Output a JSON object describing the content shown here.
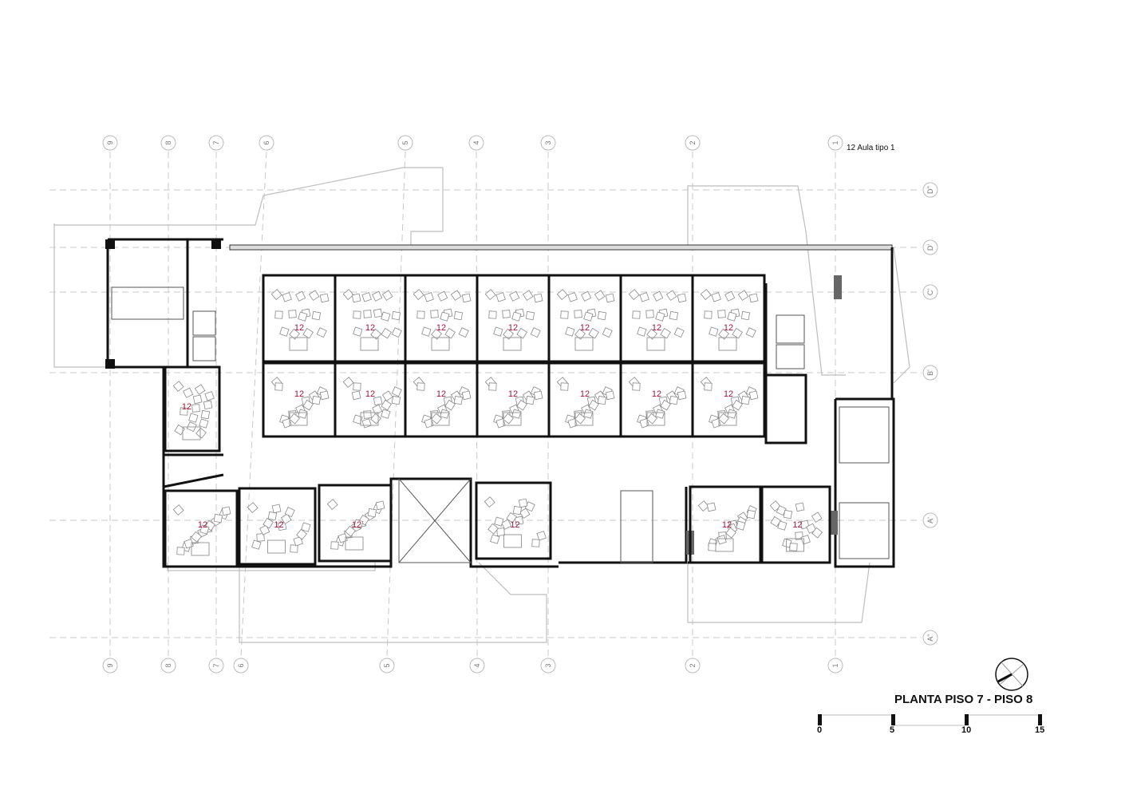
{
  "legend": "12 Aula tipo 1",
  "title": "PLANTA PISO 7 - PISO 8",
  "scale": {
    "labels": [
      "0",
      "5",
      "10",
      "15"
    ]
  },
  "axes_top": [
    "9",
    "8",
    "7",
    "6",
    "5",
    "4",
    "3",
    "2",
    "1"
  ],
  "axes_bottom": [
    "9",
    "8",
    "7",
    "6",
    "5",
    "4",
    "3",
    "2",
    "1"
  ],
  "axes_right": [
    "D''",
    "D'",
    "C'",
    "B'",
    "A'",
    "A''"
  ],
  "room_label": "12",
  "rooms_top_row": [
    "12",
    "12",
    "12",
    "12",
    "12",
    "12",
    "12"
  ],
  "rooms_middle_row": [
    "12",
    "12",
    "12",
    "12",
    "12",
    "12",
    "12"
  ],
  "rooms_left": [
    "12"
  ],
  "rooms_bottom_row": [
    "12",
    "12",
    "12",
    "12",
    "12",
    "12"
  ],
  "colors": {
    "room_label": "#a0163a",
    "wall": "#111111",
    "grid": "#c8c8c8"
  }
}
